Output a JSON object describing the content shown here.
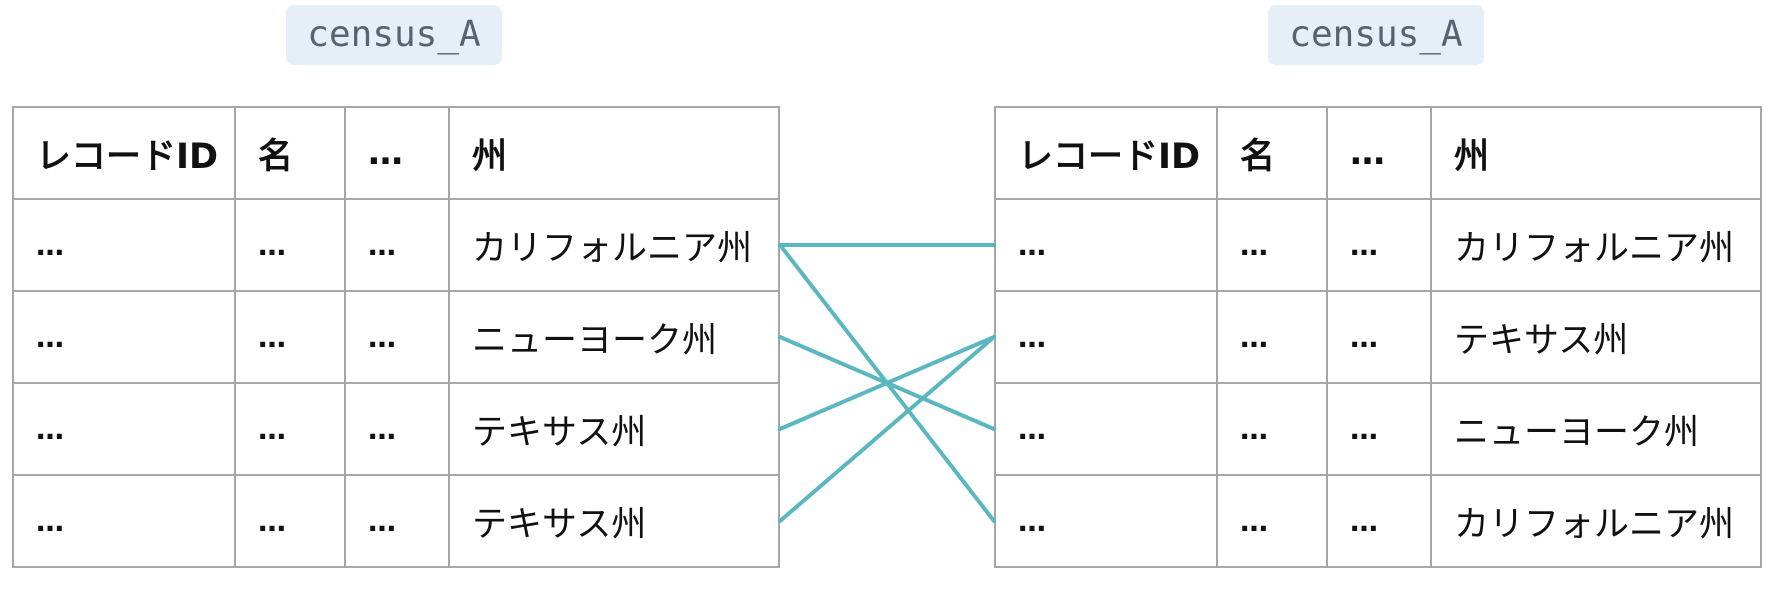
{
  "left_table": {
    "label": "census_A",
    "headers": [
      "レコードID",
      "名",
      "…",
      "州"
    ],
    "rows": [
      [
        "…",
        "…",
        "…",
        "カリフォルニア州"
      ],
      [
        "…",
        "…",
        "…",
        "ニューヨーク州"
      ],
      [
        "…",
        "…",
        "…",
        "テキサス州"
      ],
      [
        "…",
        "…",
        "…",
        "テキサス州"
      ]
    ]
  },
  "right_table": {
    "label": "census_A",
    "headers": [
      "レコードID",
      "名",
      "…",
      "州"
    ],
    "rows": [
      [
        "…",
        "…",
        "…",
        "カリフォルニア州"
      ],
      [
        "…",
        "…",
        "…",
        "テキサス州"
      ],
      [
        "…",
        "…",
        "…",
        "ニューヨーク州"
      ],
      [
        "…",
        "…",
        "…",
        "カリフォルニア州"
      ]
    ]
  },
  "links": [
    {
      "from_row": 0,
      "to_row": 0
    },
    {
      "from_row": 0,
      "to_row": 3
    },
    {
      "from_row": 1,
      "to_row": 2
    },
    {
      "from_row": 2,
      "to_row": 1
    },
    {
      "from_row": 3,
      "to_row": 1
    }
  ],
  "colors": {
    "link": "#5ab6bf",
    "label_bg": "#e6eef7",
    "border": "#a6a6a6"
  }
}
